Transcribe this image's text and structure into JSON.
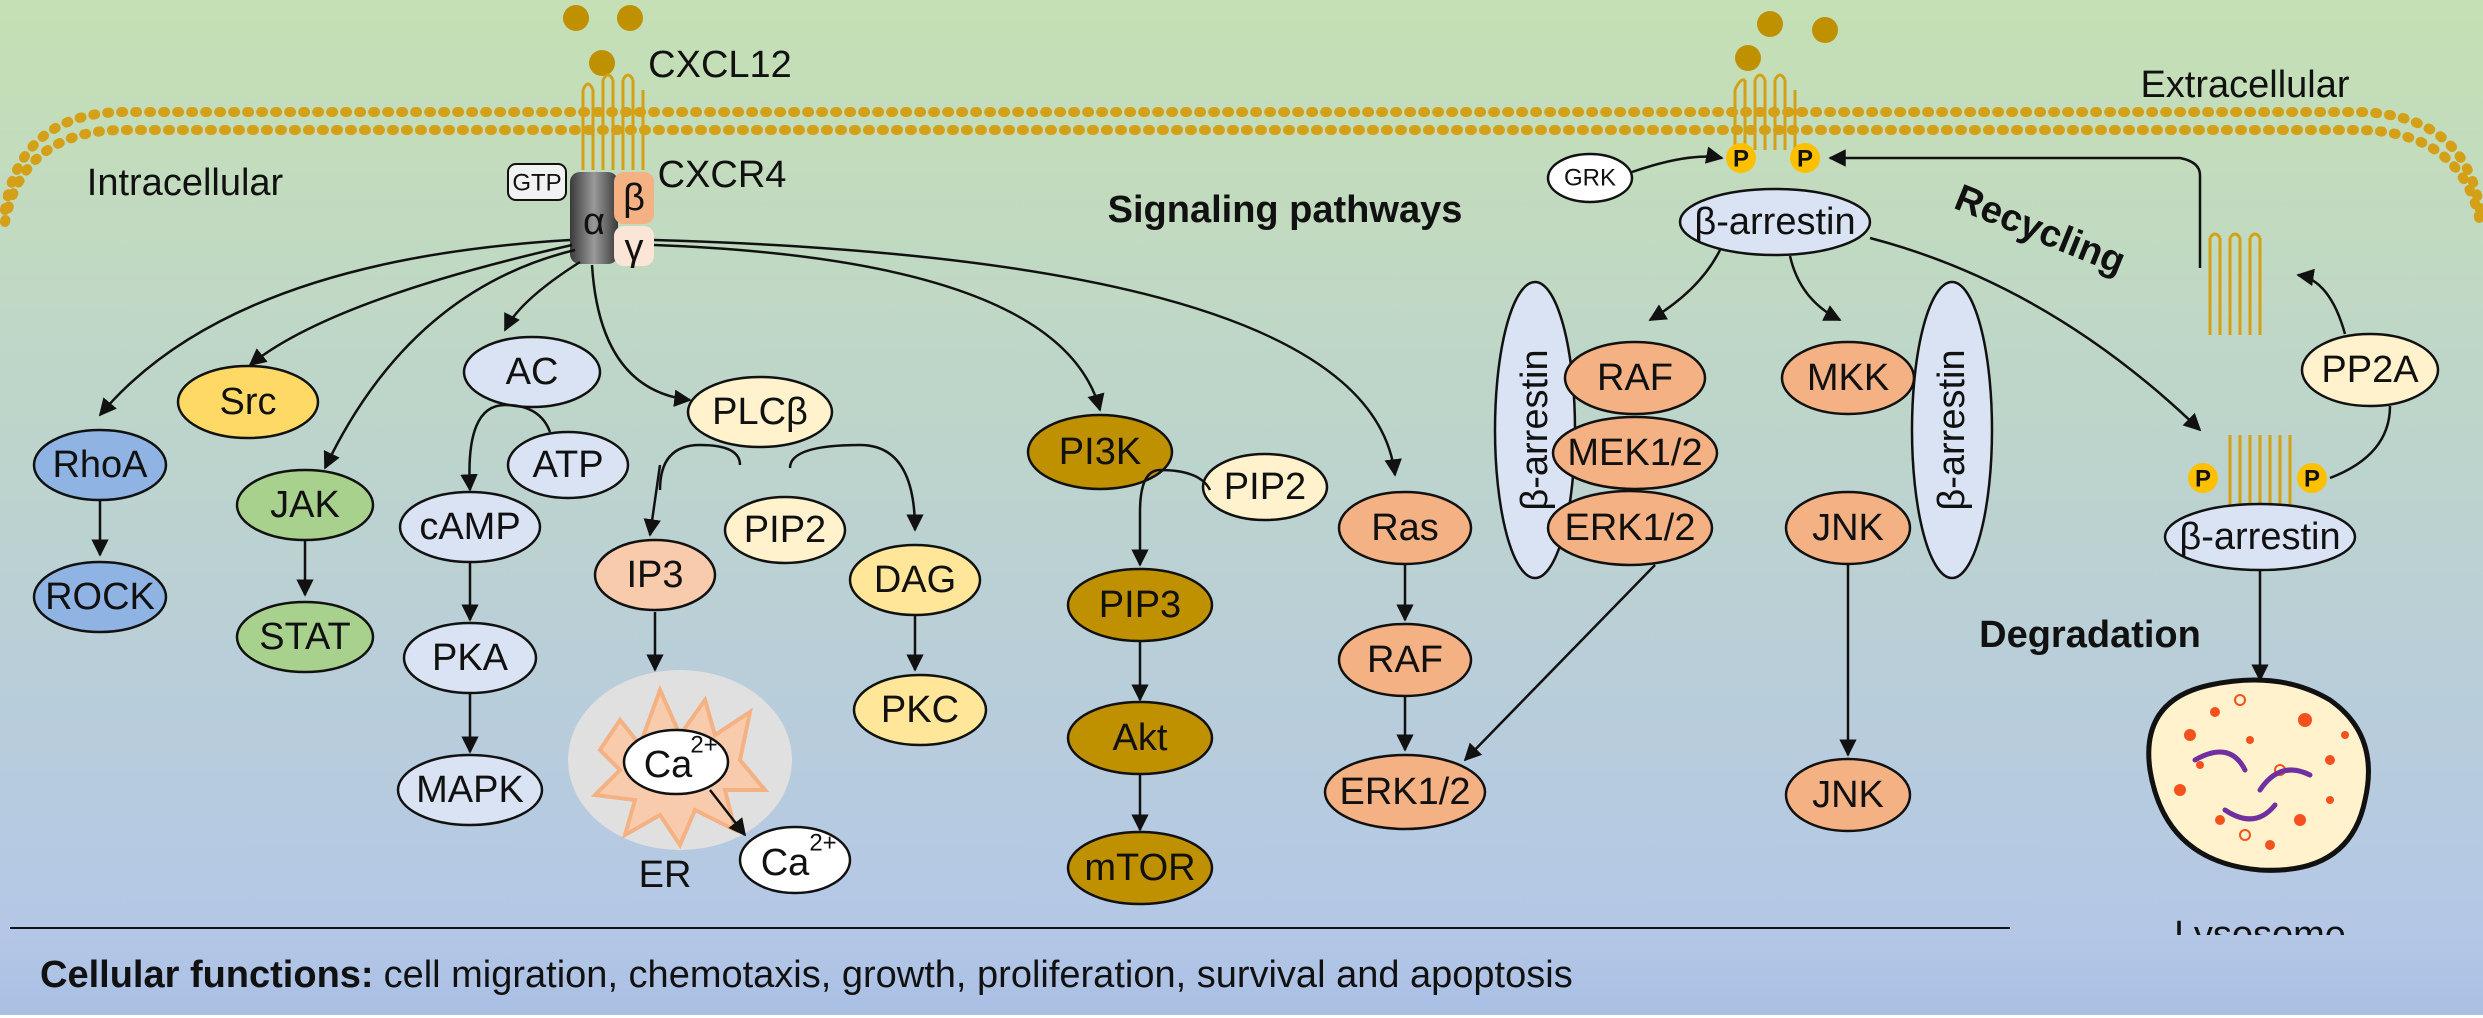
{
  "labels": {
    "ligand": "CXCL12",
    "receptor": "CXCR4",
    "intracellular": "Intracellular",
    "extracellular": "Extracellular",
    "signaling": "Signaling pathways",
    "recycling": "Recycling",
    "degradation": "Degradation",
    "lysosome": "Lysosome",
    "er": "ER",
    "gtp": "GTP",
    "grk": "GRK",
    "p": "P",
    "alpha": "α",
    "beta": "β",
    "gamma": "γ",
    "barrestin": "β-arrestin"
  },
  "nodes": {
    "rhoa": "RhoA",
    "rock": "ROCK",
    "src": "Src",
    "jak": "JAK",
    "stat": "STAT",
    "ac": "AC",
    "atp": "ATP",
    "camp": "cAMP",
    "pka": "PKA",
    "mapk": "MAPK",
    "plcb": "PLCβ",
    "pip2a": "PIP2",
    "ip3": "IP3",
    "dag": "DAG",
    "pkc": "PKC",
    "ca_in": "Ca",
    "ca_out": "Ca",
    "ca_sup": "2+",
    "pi3k": "PI3K",
    "pip2b": "PIP2",
    "pip3": "PIP3",
    "akt": "Akt",
    "mtor": "mTOR",
    "ras": "Ras",
    "raf2": "RAF",
    "erk2": "ERK1/2",
    "raf": "RAF",
    "mek": "MEK1/2",
    "erk": "ERK1/2",
    "mkk": "MKK",
    "jnk1": "JNK",
    "jnk2": "JNK",
    "pp2a": "PP2A"
  },
  "footer": {
    "lead": "Cellular functions:",
    "text": "cell migration, chemotaxis, growth, proliferation, survival and apoptosis"
  },
  "colors": {
    "blue": "#8fb4e3",
    "yellow": "#ffd966",
    "green": "#a9d18e",
    "lavender": "#dae3f3",
    "cream": "#fff2cc",
    "salmon": "#f8cbad",
    "lightorange": "#ffe699",
    "darkgold": "#bf9000",
    "coral": "#f4b183",
    "membrane": "#d4a017",
    "receptor": "#e8c84a"
  }
}
